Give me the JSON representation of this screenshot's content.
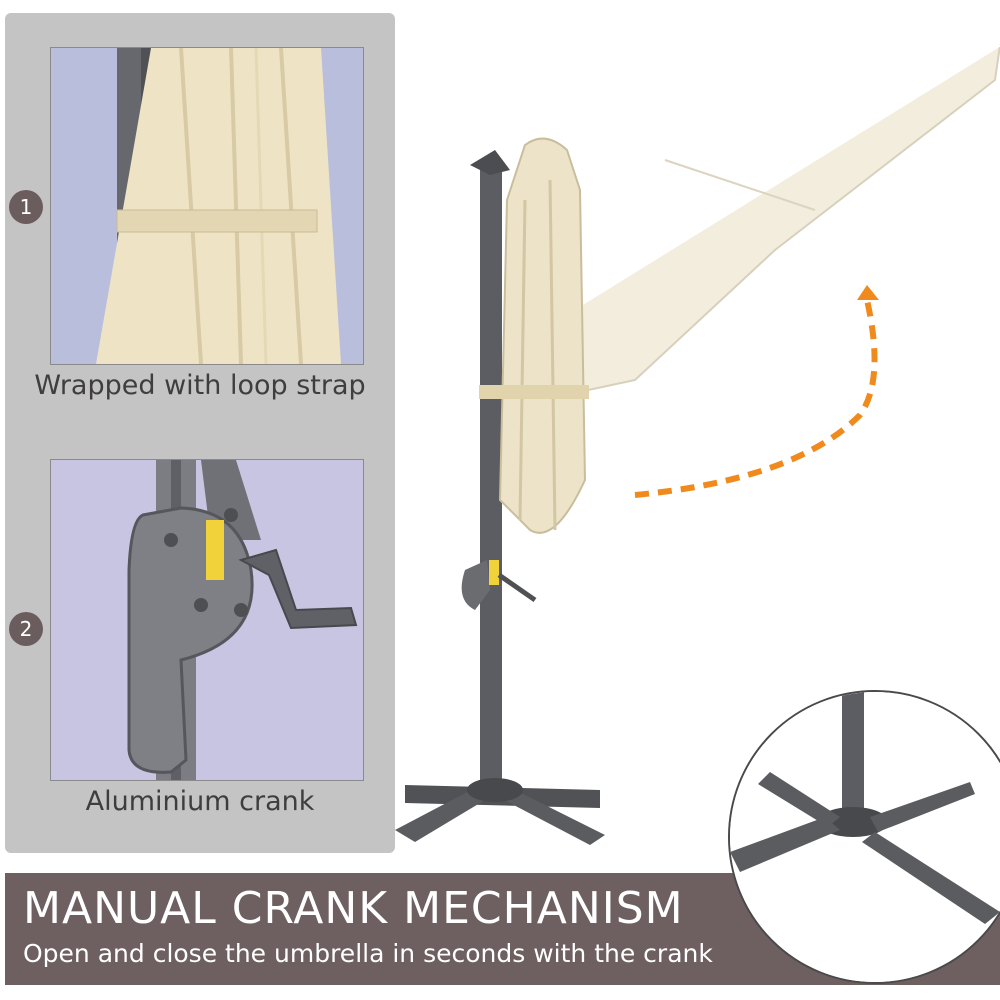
{
  "steps": [
    {
      "number": "1",
      "caption": "Wrapped with loop strap",
      "image_icon": "loop-strap-photo"
    },
    {
      "number": "2",
      "caption": "Aluminium crank",
      "image_icon": "crank-handle-photo"
    }
  ],
  "banner": {
    "title": "MANUAL CRANK MECHANISM",
    "subtitle": "Open and close the umbrella in seconds with the crank"
  },
  "colors": {
    "panel": "#c4c4c4",
    "banner": "#6e5f61",
    "badge": "#6b5d5d",
    "canopy": "#efe8d4",
    "frame": "#5a5c60",
    "arrow": "#f08a1c"
  }
}
